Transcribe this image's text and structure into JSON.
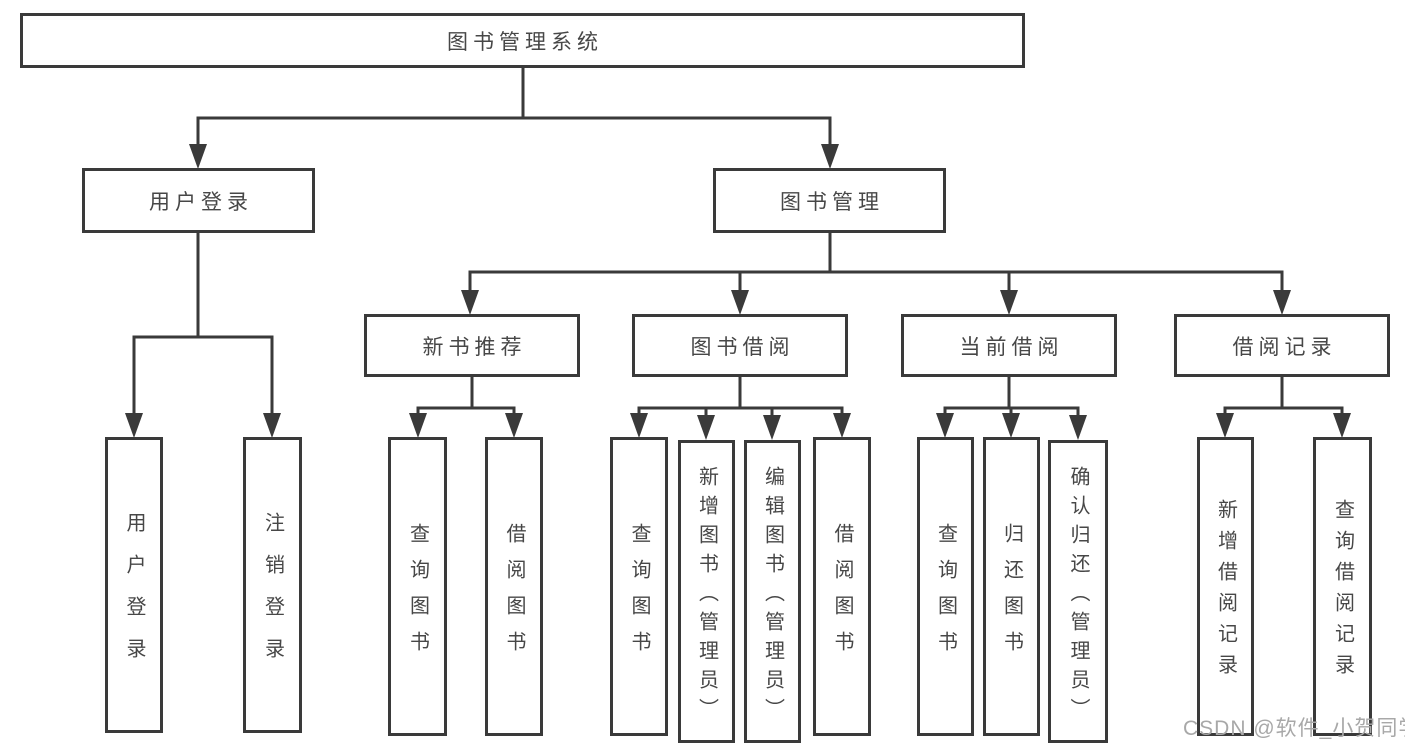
{
  "colors": {
    "line": "#3a3a3a",
    "box_border": "#3a3a3a",
    "text": "#474747",
    "background": "#ffffff",
    "watermark": "#a8a8a8"
  },
  "diagram": {
    "root": {
      "label": "图书管理系统"
    },
    "branches": [
      {
        "label": "用户登录",
        "children": [
          {
            "label": "用户登录"
          },
          {
            "label": "注销登录"
          }
        ]
      },
      {
        "label": "图书管理",
        "sections": [
          {
            "label": "新书推荐",
            "children": [
              {
                "label": "查询图书"
              },
              {
                "label": "借阅图书"
              }
            ]
          },
          {
            "label": "图书借阅",
            "children": [
              {
                "label": "查询图书"
              },
              {
                "label": "新增图书（管理员）"
              },
              {
                "label": "编辑图书（管理员）"
              },
              {
                "label": "借阅图书"
              }
            ]
          },
          {
            "label": "当前借阅",
            "children": [
              {
                "label": "查询图书"
              },
              {
                "label": "归还图书"
              },
              {
                "label": "确认归还（管理员）"
              }
            ]
          },
          {
            "label": "借阅记录",
            "children": [
              {
                "label": "新增借阅记录"
              },
              {
                "label": "查询借阅记录"
              }
            ]
          }
        ]
      }
    ]
  },
  "watermark": {
    "text": "CSDN @软件_小贺同学"
  }
}
